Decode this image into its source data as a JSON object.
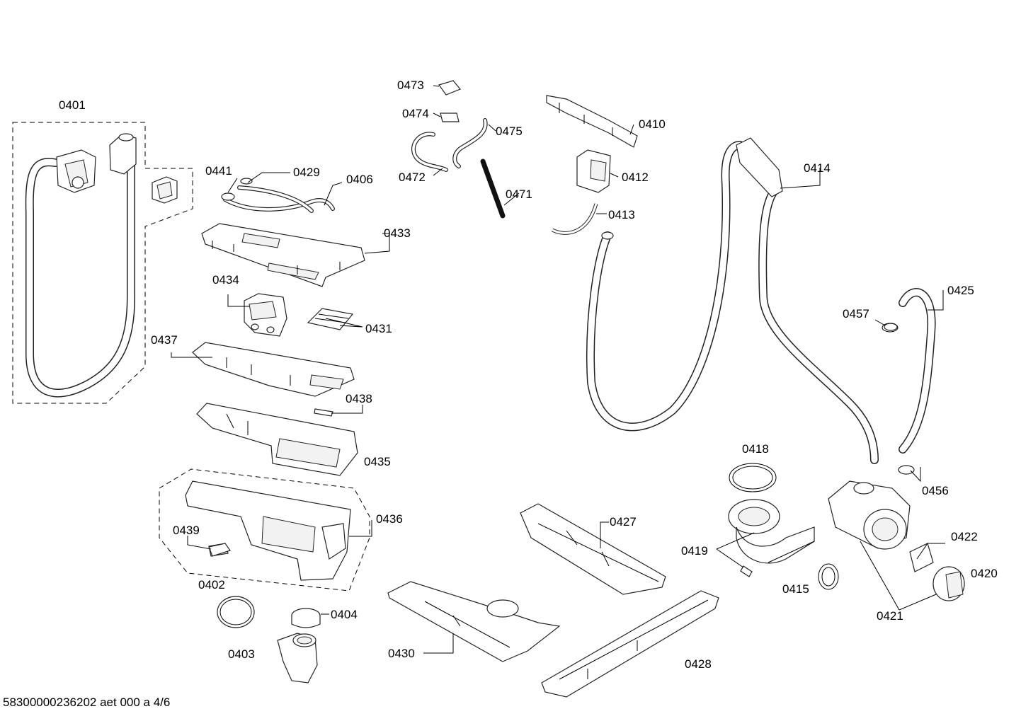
{
  "labels": {
    "p0401": "0401",
    "p0402": "0402",
    "p0403": "0403",
    "p0404": "0404",
    "p0406": "0406",
    "p0410": "0410",
    "p0412": "0412",
    "p0413": "0413",
    "p0414": "0414",
    "p0415": "0415",
    "p0418": "0418",
    "p0419": "0419",
    "p0420": "0420",
    "p0421": "0421",
    "p0422": "0422",
    "p0425": "0425",
    "p0427": "0427",
    "p0428": "0428",
    "p0429": "0429",
    "p0430": "0430",
    "p0431": "0431",
    "p0433": "0433",
    "p0434": "0434",
    "p0435": "0435",
    "p0436": "0436",
    "p0437": "0437",
    "p0438": "0438",
    "p0439": "0439",
    "p0441": "0441",
    "p0456": "0456",
    "p0457": "0457",
    "p0471": "0471",
    "p0472": "0472",
    "p0473": "0473",
    "p0474": "0474",
    "p0475": "0475"
  },
  "footer": "58300000236202 aet 000 a 4/6"
}
